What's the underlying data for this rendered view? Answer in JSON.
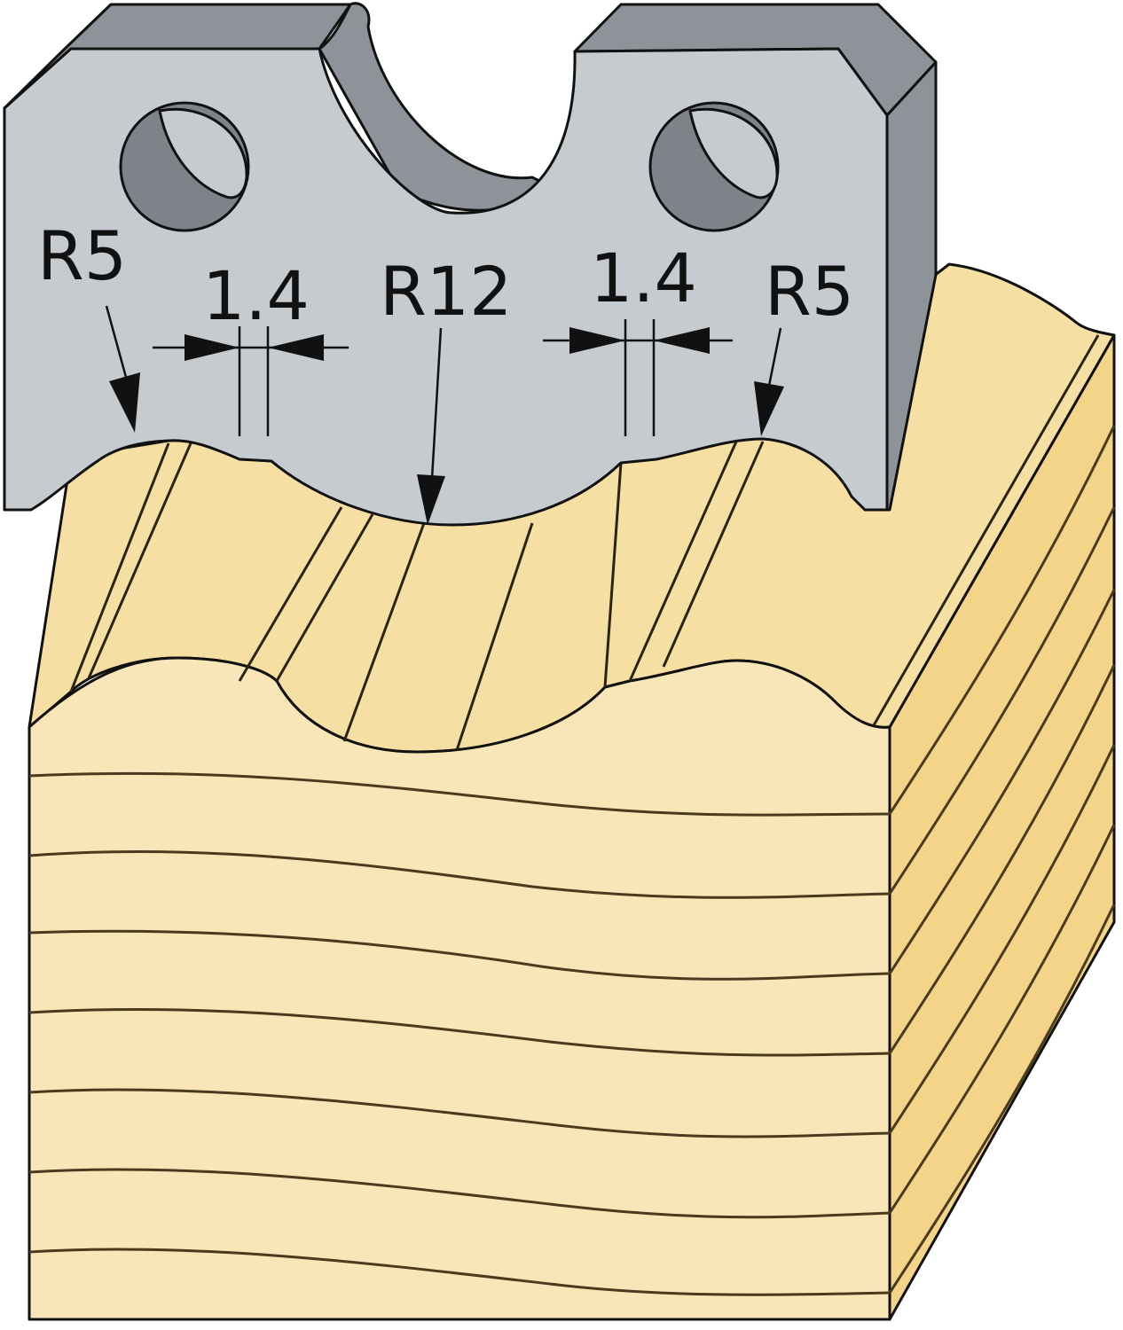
{
  "labels": {
    "radius_left": "R5",
    "width_left": "1.4",
    "radius_center": "R12",
    "width_right": "1.4",
    "radius_right": "R5"
  },
  "colors": {
    "steel_face": "#c6cbd0",
    "steel_side": "#8e9399",
    "steel_hole": "#7e838a",
    "wood_front": "#f8e6b8",
    "wood_top": "#f6dfa2",
    "wood_side": "#f4d488",
    "outline": "#111111"
  }
}
